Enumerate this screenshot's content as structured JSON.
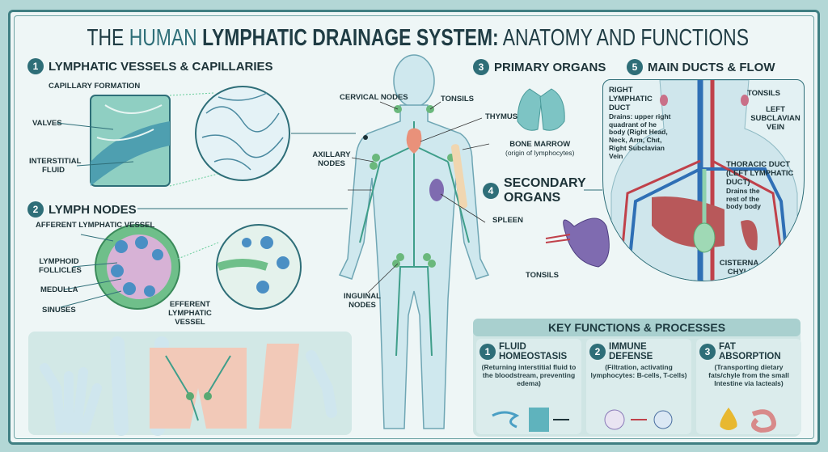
{
  "title": {
    "part1": "THE ",
    "part2": "HUMAN ",
    "part3": "LYMPHATIC DRAINAGE SYSTEM:",
    "part4": " ANATOMY AND FUNCTIONS"
  },
  "sections": {
    "s1": {
      "num": "1",
      "title": "LYMPHATIC VESSELS & CAPILLARIES",
      "capillary_formation": "CAPILLARY FORMATION",
      "valves": "VALVES",
      "interstitial_fluid": "INTERSTITIAL FLUID"
    },
    "s2": {
      "num": "2",
      "title": "LYMPH NODES",
      "afferent": "AFFERENT LYMPHATIC VESSEL",
      "follicles": "LYMPHOID FOLLICLES",
      "medulla": "MEDULLA",
      "sinuses": "SINUSES",
      "efferent": "EFFERENT LYMPHATIC VESSEL"
    },
    "s3": {
      "num": "3",
      "title": "PRIMARY ORGANS",
      "thymus": "THYMUS",
      "bone_marrow": "BONE MARROW",
      "bone_marrow_note": "(origin of lymphocytes)"
    },
    "s4": {
      "num": "4",
      "title": "SECONDARY ORGANS",
      "spleen": "SPLEEN",
      "tonsils": "TONSILS"
    },
    "s5": {
      "num": "5",
      "title": "MAIN DUCTS & FLOW",
      "right_duct": "RIGHT LYMPHATIC DUCT",
      "right_duct_note": "Drains: upper right quadrant of he body (Right Head, Neck, Arm, Chıt, Right Subclavian Vein",
      "tonsils": "TONSILS",
      "left_subclavian": "LEFT SUBCLAVIAN VEIN",
      "thoracic": "THORACIC DUCT (LEFT LYMPHATIC DUCT)",
      "thoracic_note": "Drains the rest of the body body",
      "cisterna": "CISTERNA CHYLI"
    }
  },
  "body_labels": {
    "cervical": "CERVICAL NODES",
    "tonsils": "TONSILS",
    "axillary": "AXILLARY NODES",
    "inguinal": "INGUINAL NODES"
  },
  "functions": {
    "header": "KEY FUNCTIONS & PROCESSES",
    "items": [
      {
        "num": "1",
        "title": "FLUID HOMEOSTASIS",
        "desc": "(Returning interstitial fluid to the bloodstream, preventing edema)"
      },
      {
        "num": "2",
        "title": "IMMUNE DEFENSE",
        "desc": "(Filtration, activating lymphocytes: B-cells, T-cells)"
      },
      {
        "num": "3",
        "title": "FAT ABSORPTION",
        "desc": "(Transporting dietary fats/chyle from the small Intestine via lacteals)"
      }
    ]
  },
  "colors": {
    "accent": "#2e6e78",
    "lymph": "#3f9e8a",
    "vein": "#2f6fb5",
    "artery": "#c0414a"
  }
}
